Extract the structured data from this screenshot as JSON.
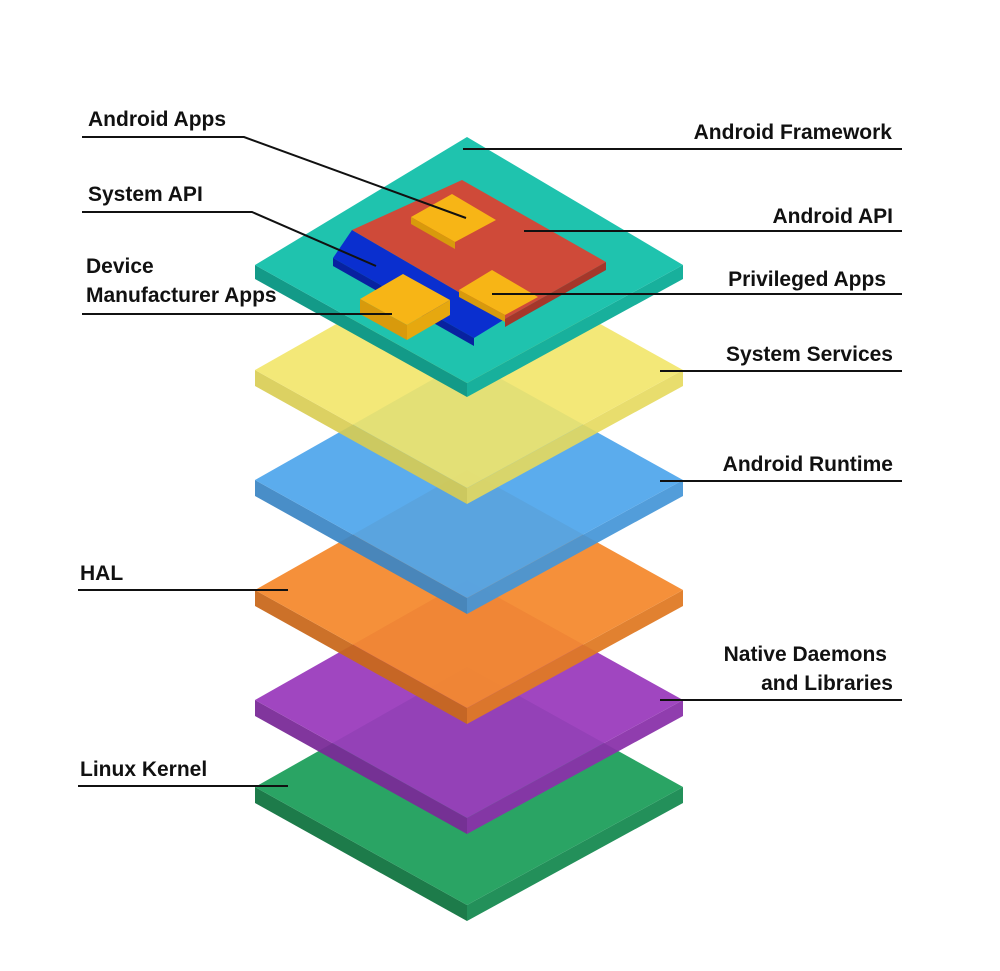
{
  "labels": {
    "android_apps": "Android Apps",
    "system_api": "System API",
    "device_manufacturer_line1": "Device",
    "device_manufacturer_line2": "Manufacturer Apps",
    "android_framework": "Android Framework",
    "android_api": "Android API",
    "privileged_apps": "Privileged Apps",
    "system_services": "System Services",
    "android_runtime": "Android Runtime",
    "hal": "HAL",
    "native_daemons_line1": "Native Daemons",
    "native_daemons_line2": "and Libraries",
    "linux_kernel": "Linux Kernel"
  },
  "colors": {
    "linux_kernel": "#2aa464",
    "native_daemons": "#9b3bbd",
    "hal": "#f58a2e",
    "android_runtime": "#4fa6ec",
    "system_services": "#f2e66a",
    "android_framework": "#1fc3ae",
    "android_api": "#cf4a39",
    "system_api": "#0a2fcf",
    "app_tile": "#f7b516",
    "text": "#111111"
  }
}
